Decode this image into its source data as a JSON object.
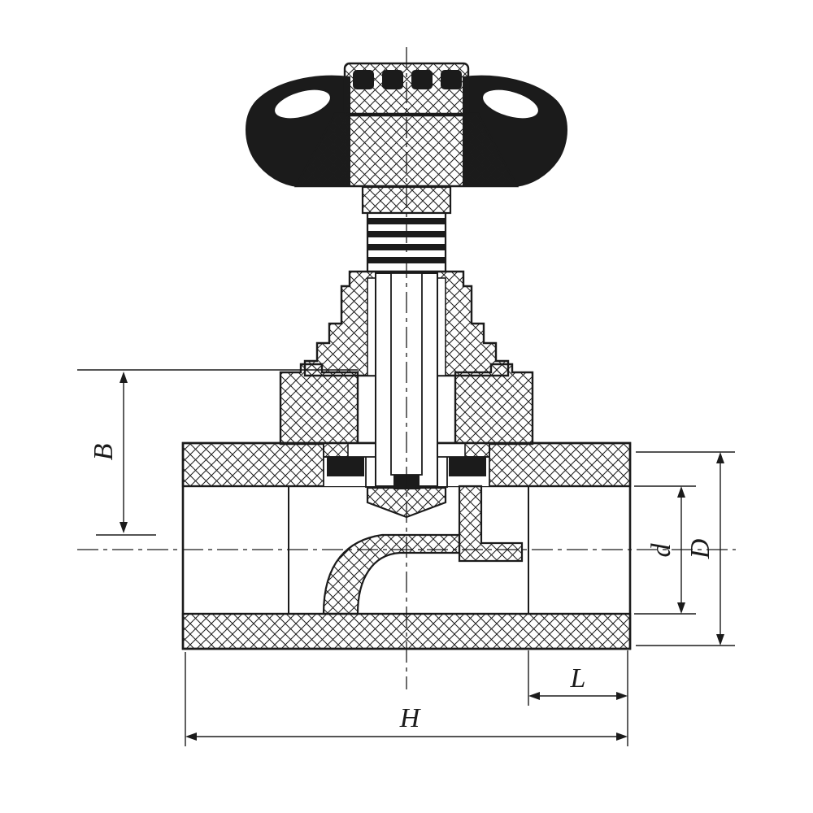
{
  "drawing": {
    "background": "#ffffff",
    "line_color": "#1b1b1b"
  },
  "dimension_labels": {
    "b": "B",
    "d_inner": "d",
    "d_outer": "D",
    "l": "L",
    "h": "H"
  }
}
